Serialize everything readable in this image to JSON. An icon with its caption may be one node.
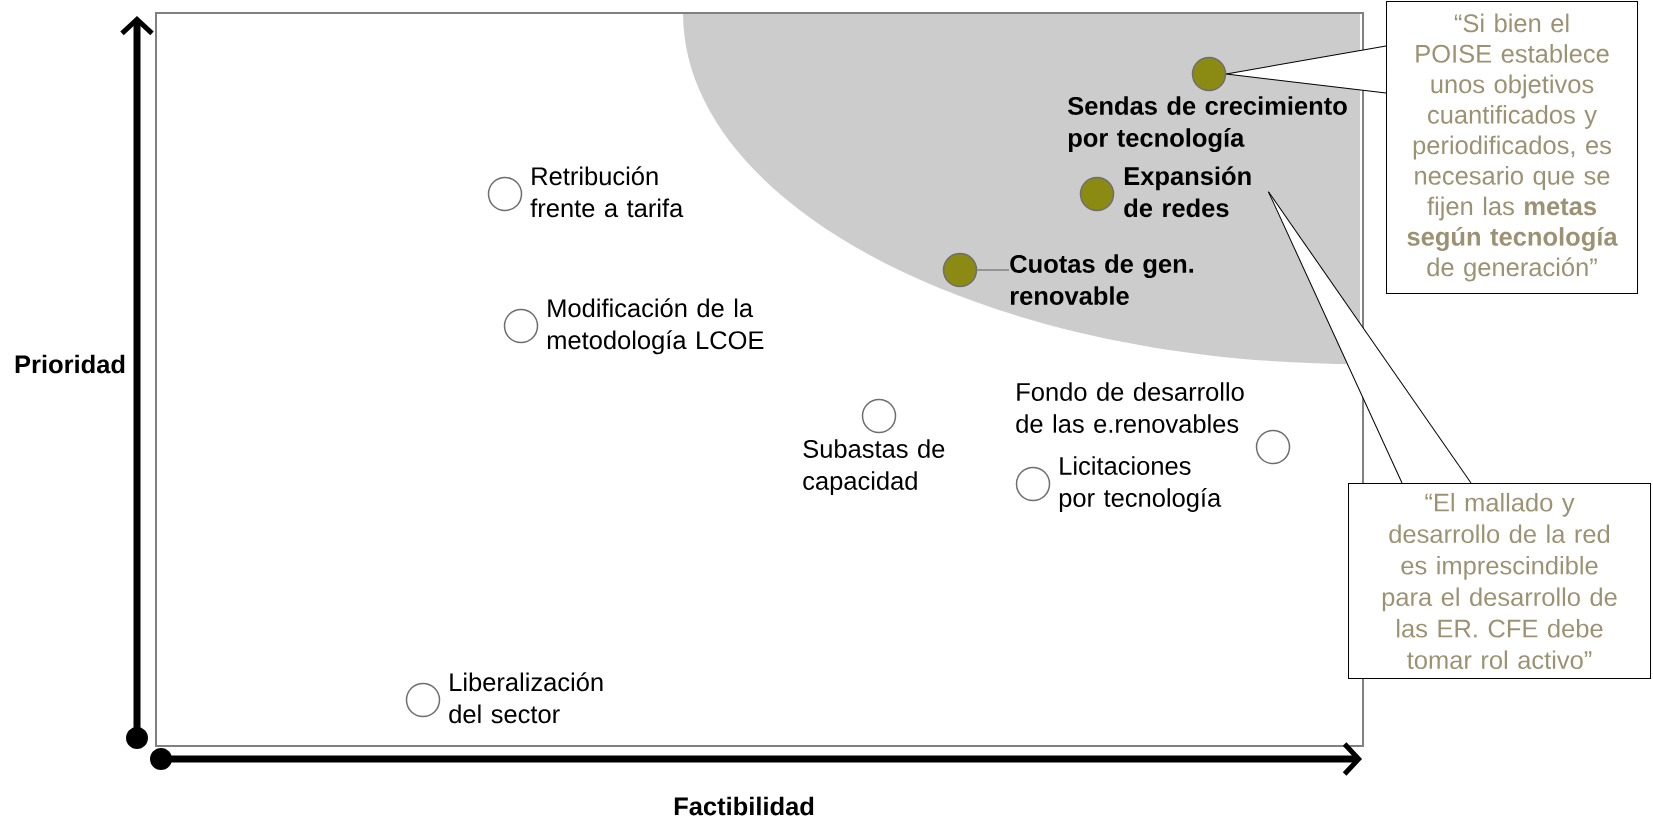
{
  "diagram": {
    "nodes": [
      {
        "text": [],
        "shape": "circle",
        "beside": [
          "Sendas de crecimiento por tecnología"
        ]
      },
      {
        "text": [
          "“Si bien el POISE establece unos objetivos cuantificados y periodificados, es necesario que se fijen las **metas según tecnología** de generación”"
        ]
      },
      {
        "text": [],
        "shape": "circle",
        "beside": [
          "Retribución frente a tarifa"
        ]
      },
      {
        "text": [],
        "shape": "circle",
        "beside": [
          "Expansión de redes"
        ]
      },
      {
        "text": [],
        "shape": "circle"
      },
      {
        "text": [
          "Cuotas de gen. renovable"
        ]
      },
      {
        "text": [],
        "shape": "circle",
        "beside": [
          "Modificación de la metodología LCOE"
        ]
      },
      {
        "text": [],
        "shape": "circle",
        "beside": [
          "Fondo de desarrollo de las e.renovables"
        ]
      },
      {
        "text": [],
        "shape": "circle",
        "beside": [
          "Subastas de capacidad"
        ]
      },
      {
        "text": [],
        "shape": "circle",
        "beside": [
          "Licitaciones por tecnología"
        ]
      },
      {
        "text": [
          "“El mallado y desarrollo de la red es imprescindible para el desarrollo de las ER. CFE debe tomar rol activo”"
        ]
      },
      {
        "text": [],
        "shape": "circle",
        "beside": [
          "Liberalización del sector"
        ]
      }
    ],
    "edges": [
      {
        "from": 1,
        "to": 0,
        "arrow": "none"
      },
      {
        "from": 10,
        "to": 3,
        "arrow": "none"
      },
      {
        "from": 4,
        "to": 5,
        "arrow": "none"
      }
    ],
    "labels": [
      "Prioridad",
      "Factibilidad"
    ]
  }
}
